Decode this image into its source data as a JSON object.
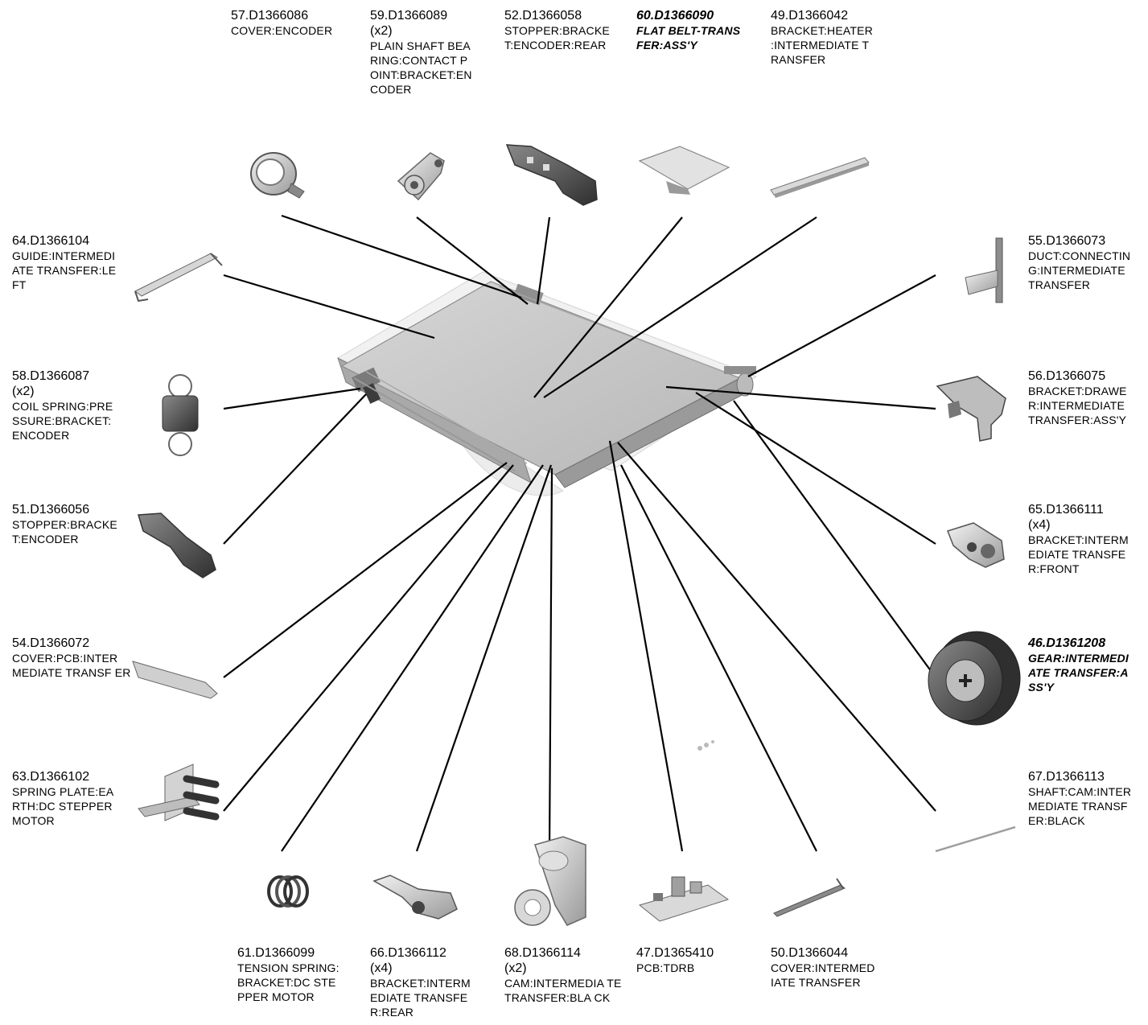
{
  "callouts": [
    {
      "id": "57",
      "part": "57.D1366086",
      "qty": "",
      "desc": "COVER:ENCODER",
      "highlight": false
    },
    {
      "id": "59",
      "part": "59.D1366089",
      "qty": "(x2)",
      "desc": "PLAIN SHAFT BEA RING:CONTACT P OINT:BRACKET:EN CODER",
      "highlight": false
    },
    {
      "id": "52",
      "part": "52.D1366058",
      "qty": "",
      "desc": "STOPPER:BRACKE T:ENCODER:REAR",
      "highlight": false
    },
    {
      "id": "60",
      "part": "60.D1366090",
      "qty": "",
      "desc": "FLAT BELT-TRANS FER:ASS'Y",
      "highlight": true
    },
    {
      "id": "49",
      "part": "49.D1366042",
      "qty": "",
      "desc": "BRACKET:HEATER :INTERMEDIATE T RANSFER",
      "highlight": false
    },
    {
      "id": "64",
      "part": "64.D1366104",
      "qty": "",
      "desc": "GUIDE:INTERMEDI ATE TRANSFER:LE FT",
      "highlight": false
    },
    {
      "id": "55",
      "part": "55.D1366073",
      "qty": "",
      "desc": "DUCT:CONNECTIN G:INTERMEDIATE TRANSFER",
      "highlight": false
    },
    {
      "id": "58",
      "part": "58.D1366087",
      "qty": "(x2)",
      "desc": "COIL SPRING:PRE SSURE:BRACKET: ENCODER",
      "highlight": false
    },
    {
      "id": "56",
      "part": "56.D1366075",
      "qty": "",
      "desc": "BRACKET:DRAWE R:INTERMEDIATE TRANSFER:ASS'Y",
      "highlight": false
    },
    {
      "id": "51",
      "part": "51.D1366056",
      "qty": "",
      "desc": "STOPPER:BRACKE T:ENCODER",
      "highlight": false
    },
    {
      "id": "65",
      "part": "65.D1366111",
      "qty": "(x4)",
      "desc": "BRACKET:INTERM EDIATE TRANSFE R:FRONT",
      "highlight": false
    },
    {
      "id": "54",
      "part": "54.D1366072",
      "qty": "",
      "desc": "COVER:PCB:INTER MEDIATE TRANSF ER",
      "highlight": false
    },
    {
      "id": "46",
      "part": "46.D1361208",
      "qty": "",
      "desc": "GEAR:INTERMEDI ATE TRANSFER:A SS'Y",
      "highlight": true
    },
    {
      "id": "63",
      "part": "63.D1366102",
      "qty": "",
      "desc": "SPRING PLATE:EA RTH:DC STEPPER MOTOR",
      "highlight": false
    },
    {
      "id": "67",
      "part": "67.D1366113",
      "qty": "",
      "desc": "SHAFT:CAM:INTER MEDIATE TRANSF ER:BLACK",
      "highlight": false
    },
    {
      "id": "61",
      "part": "61.D1366099",
      "qty": "",
      "desc": "TENSION SPRING: BRACKET:DC STE PPER MOTOR",
      "highlight": false
    },
    {
      "id": "66",
      "part": "66.D1366112",
      "qty": "(x4)",
      "desc": "BRACKET:INTERM EDIATE TRANSFE R:REAR",
      "highlight": false
    },
    {
      "id": "68",
      "part": "68.D1366114",
      "qty": "(x2)",
      "desc": "CAM:INTERMEDIA TE TRANSFER:BLA CK",
      "highlight": false
    },
    {
      "id": "47",
      "part": "47.D1365410",
      "qty": "",
      "desc": "PCB:TDRB",
      "highlight": false
    },
    {
      "id": "50",
      "part": "50.D1366044",
      "qty": "",
      "desc": "COVER:INTERMED IATE TRANSFER",
      "highlight": false
    }
  ],
  "colors": {
    "leader": "#000000",
    "part_light": "#e4e4e4",
    "part_mid": "#b9b9b9",
    "part_dark": "#5a5a5a",
    "belt": "#c8c8c8"
  }
}
